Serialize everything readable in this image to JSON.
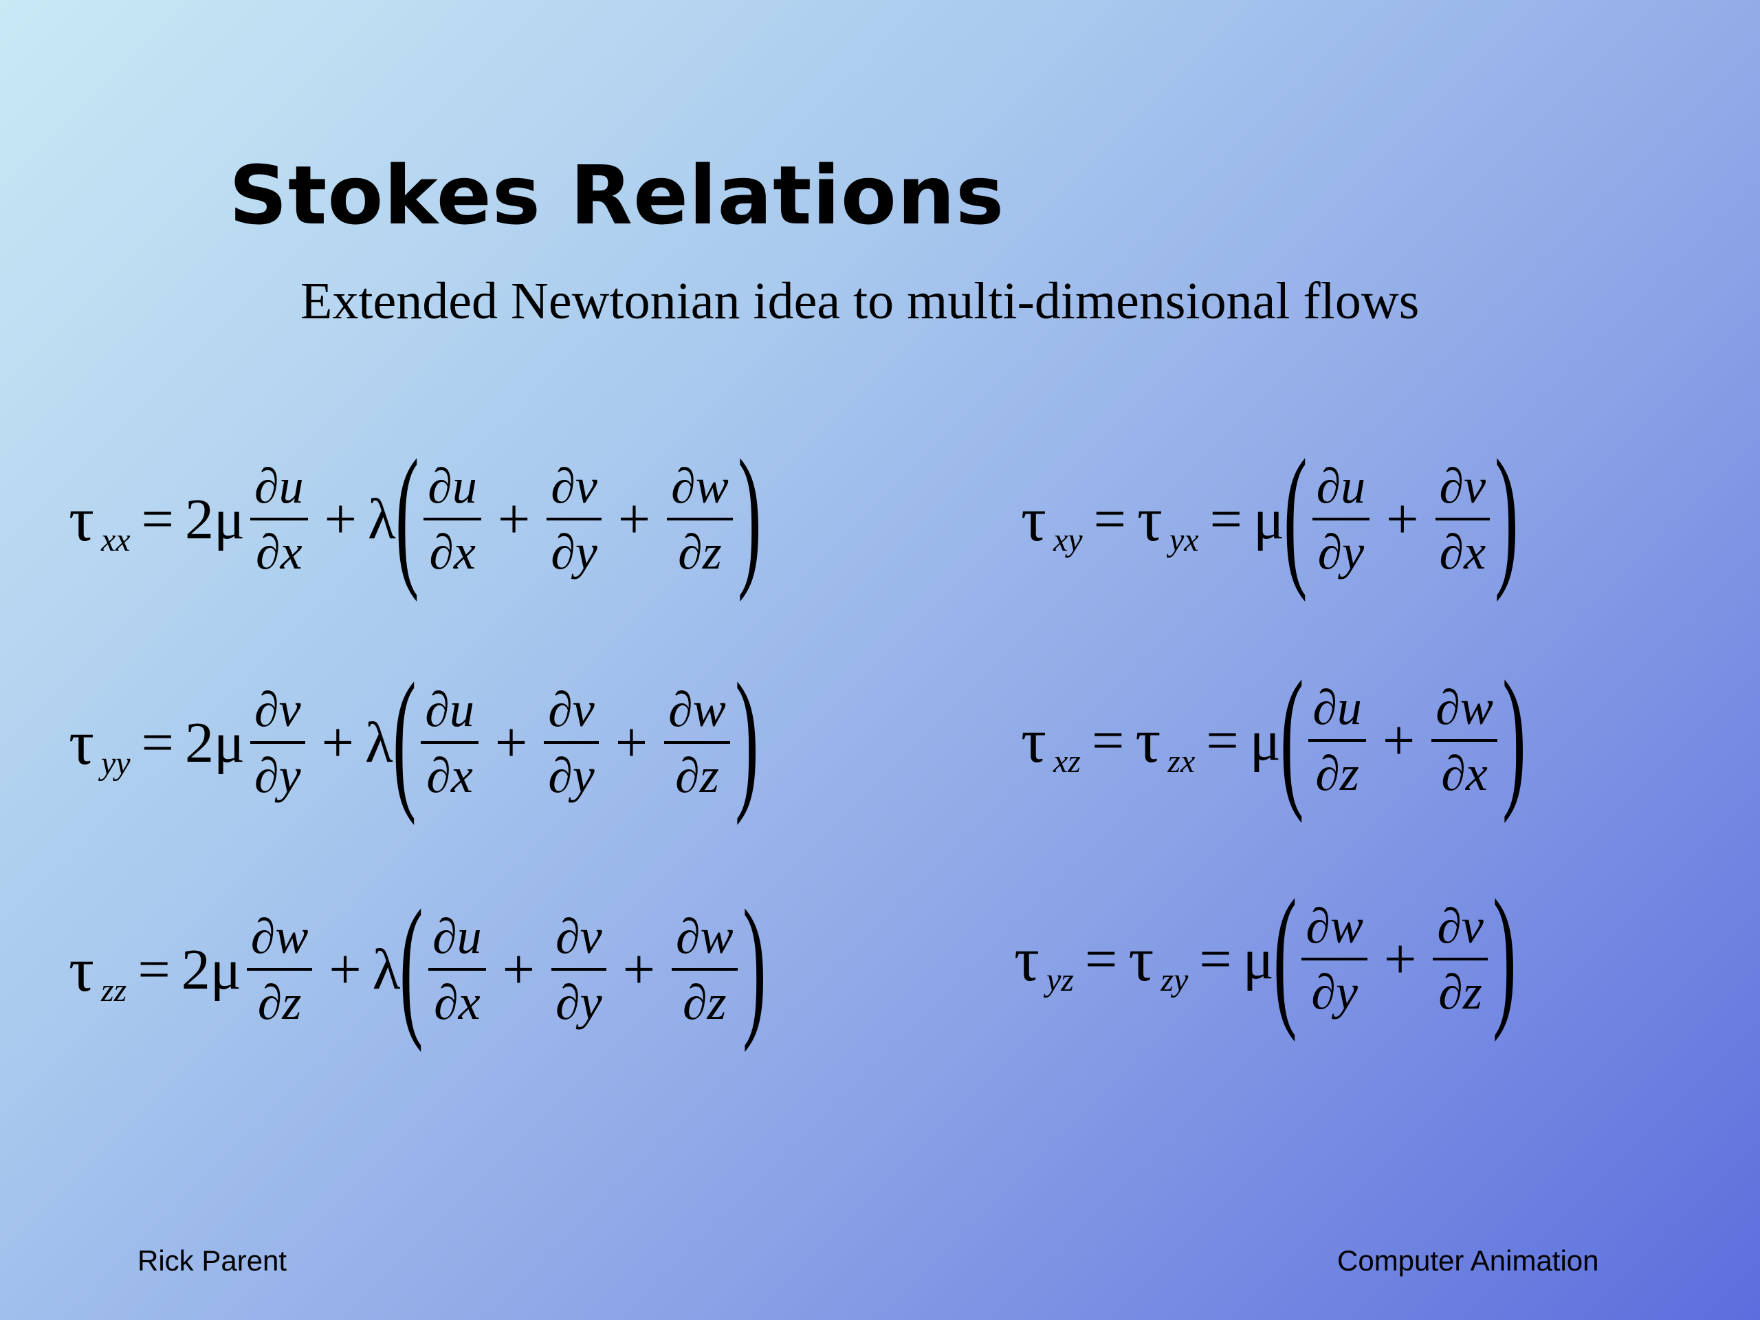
{
  "title": "Stokes Relations",
  "subtitle": "Extended Newtonian idea to multi-dimensional flows",
  "symbols": {
    "tau": "τ",
    "mu": "μ",
    "lambda": "λ",
    "two_mu": "2μ",
    "equals": "=",
    "plus": "+",
    "lparen": "(",
    "rparen": ")"
  },
  "equations": {
    "xx": {
      "sub": "xx",
      "t1": {
        "num": "∂u",
        "den": "∂x"
      },
      "a": {
        "num": "∂u",
        "den": "∂x"
      },
      "b": {
        "num": "∂v",
        "den": "∂y"
      },
      "c": {
        "num": "∂w",
        "den": "∂z"
      }
    },
    "yy": {
      "sub": "yy",
      "t1": {
        "num": "∂v",
        "den": "∂y"
      },
      "a": {
        "num": "∂u",
        "den": "∂x"
      },
      "b": {
        "num": "∂v",
        "den": "∂y"
      },
      "c": {
        "num": "∂w",
        "den": "∂z"
      }
    },
    "zz": {
      "sub": "zz",
      "t1": {
        "num": "∂w",
        "den": "∂z"
      },
      "a": {
        "num": "∂u",
        "den": "∂x"
      },
      "b": {
        "num": "∂v",
        "den": "∂y"
      },
      "c": {
        "num": "∂w",
        "den": "∂z"
      }
    },
    "xy": {
      "sub1": "xy",
      "sub2": "yx",
      "a": {
        "num": "∂u",
        "den": "∂y"
      },
      "b": {
        "num": "∂v",
        "den": "∂x"
      }
    },
    "xz": {
      "sub1": "xz",
      "sub2": "zx",
      "a": {
        "num": "∂u",
        "den": "∂z"
      },
      "b": {
        "num": "∂w",
        "den": "∂x"
      }
    },
    "yz": {
      "sub1": "yz",
      "sub2": "zy",
      "a": {
        "num": "∂w",
        "den": "∂y"
      },
      "b": {
        "num": "∂v",
        "den": "∂z"
      }
    }
  },
  "footer": {
    "left": "Rick Parent",
    "right": "Computer Animation"
  }
}
